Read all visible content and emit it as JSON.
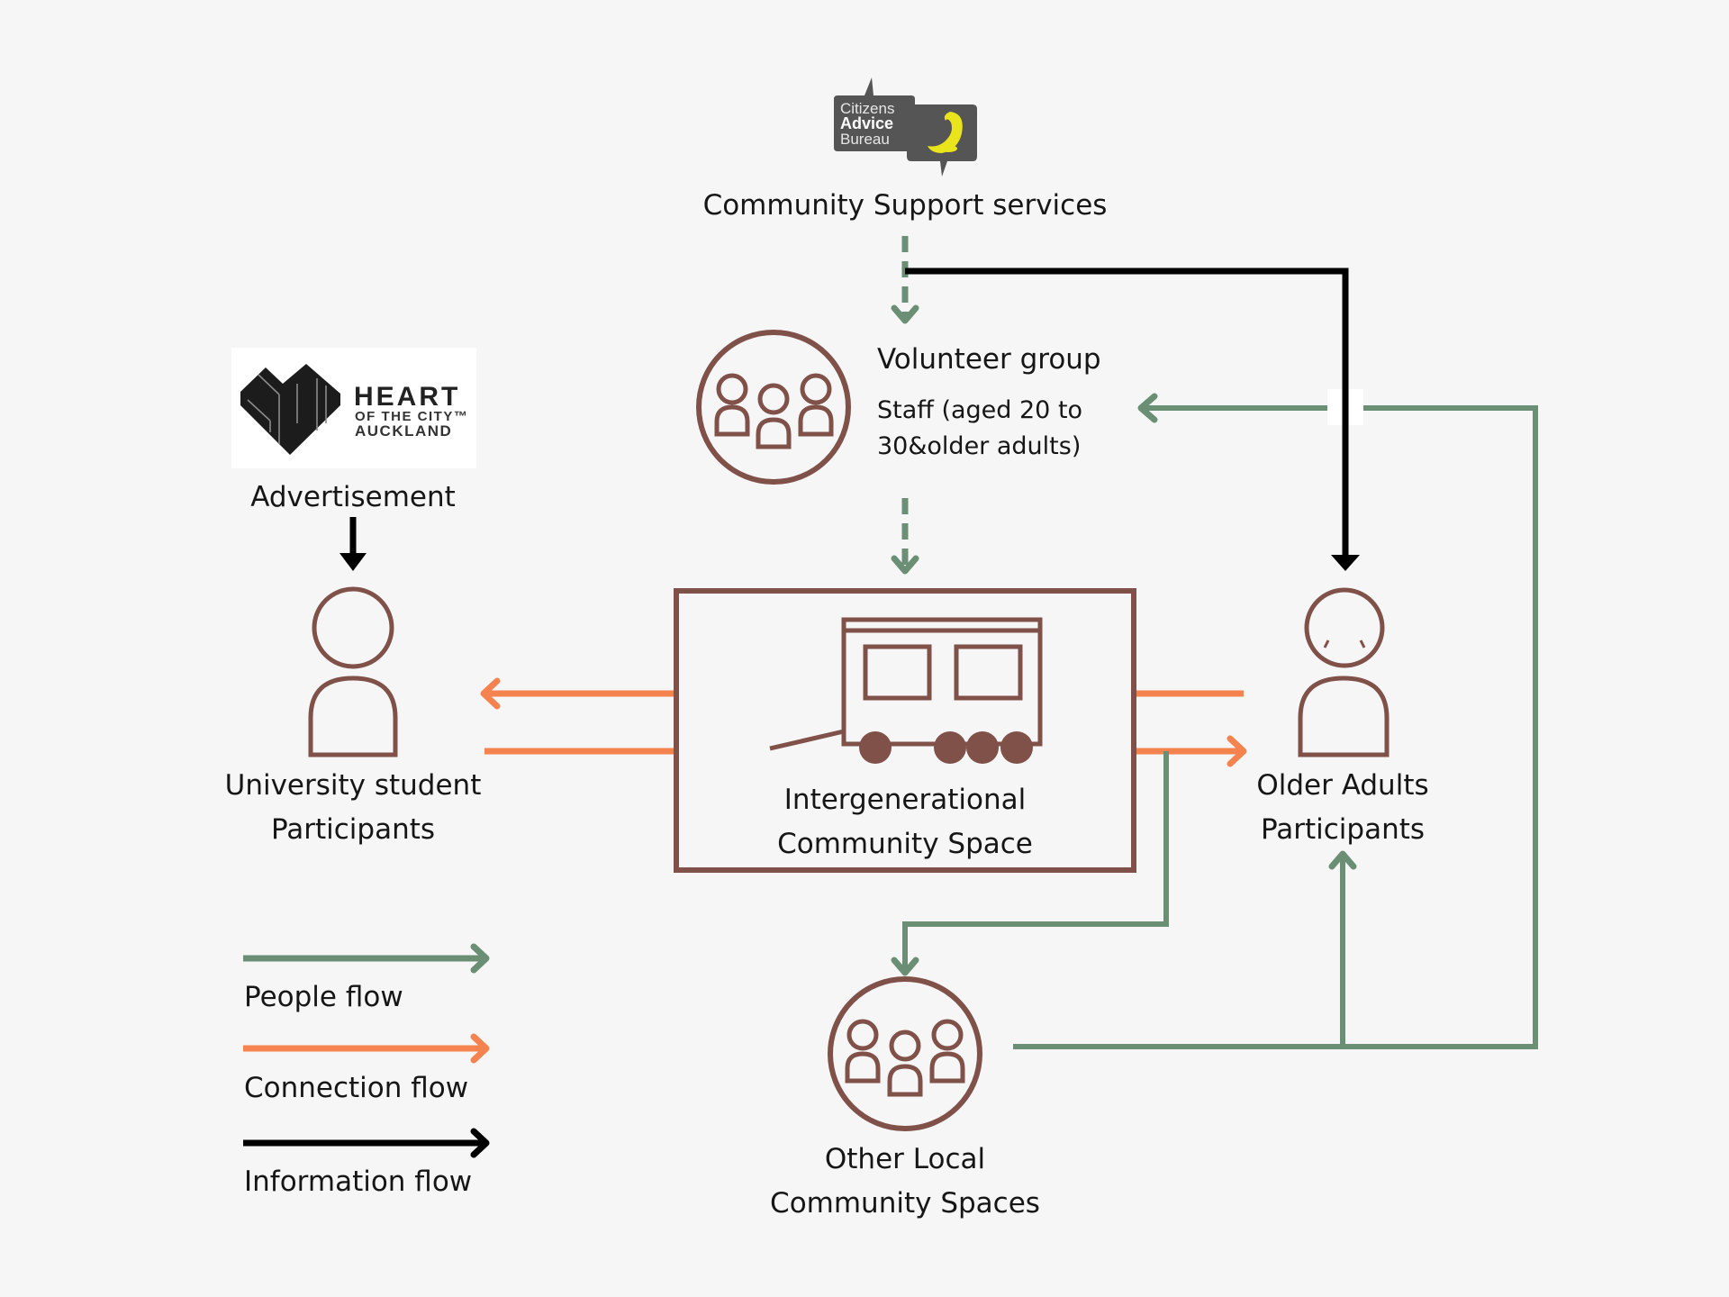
{
  "colors": {
    "background": "#f6f6f6",
    "node_stroke": "#7f5148",
    "people_flow": "#6b8f74",
    "connection_flow": "#f5834f",
    "information_flow": "#000000",
    "cab_logo_bg": "#555555",
    "cab_logo_accent": "#e9e41b"
  },
  "nodes": {
    "community_support": {
      "label": "Community Support services",
      "logo": {
        "line1": "Citizens",
        "line2": "Advice",
        "line3": "Bureau"
      }
    },
    "volunteer_group": {
      "title": "Volunteer group",
      "desc_line1": "Staff (aged 20 to",
      "desc_line2": "30&older adults)"
    },
    "advertisement": {
      "label": "Advertisement",
      "logo": {
        "line1": "HEART",
        "line2": "OF THE CITY™",
        "line3": "AUCKLAND"
      }
    },
    "university_students": {
      "line1": "University student",
      "line2": "Participants"
    },
    "intergenerational_space": {
      "line1": "Intergenerational",
      "line2": "Community Space"
    },
    "older_adults": {
      "line1": "Older Adults",
      "line2": "Participants"
    },
    "other_spaces": {
      "line1": "Other Local",
      "line2": "Community Spaces"
    }
  },
  "legend": [
    {
      "label": "People flow",
      "type": "people"
    },
    {
      "label": "Connection flow",
      "type": "connection"
    },
    {
      "label": "Information flow",
      "type": "information"
    }
  ],
  "edges": [
    {
      "from": "Community Support services",
      "to": "Volunteer group",
      "type": "people",
      "style": "dashed"
    },
    {
      "from": "Community Support services",
      "to": "Older Adults Participants",
      "type": "information"
    },
    {
      "from": "Volunteer group",
      "to": "Intergenerational Community Space",
      "type": "people",
      "style": "dashed"
    },
    {
      "from": "Advertisement",
      "to": "University student Participants",
      "type": "information"
    },
    {
      "from": "Intergenerational Community Space",
      "to": "University student Participants",
      "type": "connection"
    },
    {
      "from": "University student Participants",
      "to": "Intergenerational Community Space",
      "type": "connection"
    },
    {
      "from": "Older Adults Participants",
      "to": "Intergenerational Community Space",
      "type": "connection"
    },
    {
      "from": "Intergenerational Community Space",
      "to": "Older Adults Participants",
      "type": "connection"
    },
    {
      "from": "Intergenerational Community Space",
      "to": "Other Local Community Spaces",
      "type": "people"
    },
    {
      "from": "Other Local Community Spaces",
      "to": "Older Adults Participants",
      "type": "people"
    },
    {
      "from": "Other Local Community Spaces",
      "to": "Volunteer group",
      "type": "people"
    }
  ]
}
